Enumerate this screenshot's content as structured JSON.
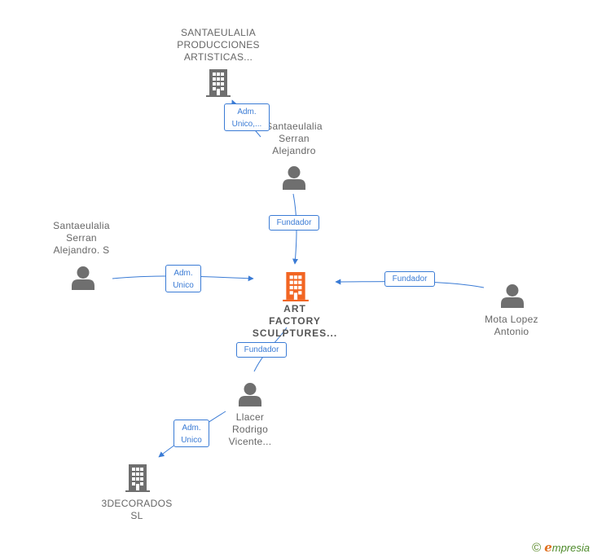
{
  "nodes": {
    "santaeulalia_producciones": {
      "lines": [
        "SANTAEULALIA",
        "PRODUCCIONES",
        "ARTISTICAS..."
      ],
      "type": "company"
    },
    "santaeulalia_serran_alejandro": {
      "lines": [
        "Santaeulalia",
        "Serran",
        "Alejandro"
      ],
      "type": "person"
    },
    "santaeulalia_serran_alejandro_s": {
      "lines": [
        "Santaeulalia",
        "Serran",
        "Alejandro.  S"
      ],
      "type": "person"
    },
    "art_factory": {
      "lines": [
        "ART",
        "FACTORY",
        "SCULPTURES..."
      ],
      "type": "company-main"
    },
    "mota_lopez_antonio": {
      "lines": [
        "Mota Lopez",
        "Antonio"
      ],
      "type": "person"
    },
    "llacer_rodrigo": {
      "lines": [
        "Llacer",
        "Rodrigo",
        "Vicente..."
      ],
      "type": "person"
    },
    "tresdecorados": {
      "lines": [
        "3DECORADOS",
        "SL"
      ],
      "type": "company"
    }
  },
  "relations": {
    "adm_unico_top": {
      "lines": [
        "Adm.",
        "Unico,..."
      ]
    },
    "fundador_top": {
      "lines": [
        "Fundador"
      ]
    },
    "adm_unico_left": {
      "lines": [
        "Adm.",
        "Unico"
      ]
    },
    "fundador_right": {
      "lines": [
        "Fundador"
      ]
    },
    "fundador_bottom": {
      "lines": [
        "Fundador"
      ]
    },
    "adm_unico_bottom": {
      "lines": [
        "Adm.",
        "Unico"
      ]
    }
  },
  "colors": {
    "edge": "#3a7bd5",
    "icon_gray": "#6f6f6f",
    "icon_main": "#f26522"
  },
  "brand": {
    "copyright": "©",
    "e": "e",
    "rest": "mpresia"
  }
}
